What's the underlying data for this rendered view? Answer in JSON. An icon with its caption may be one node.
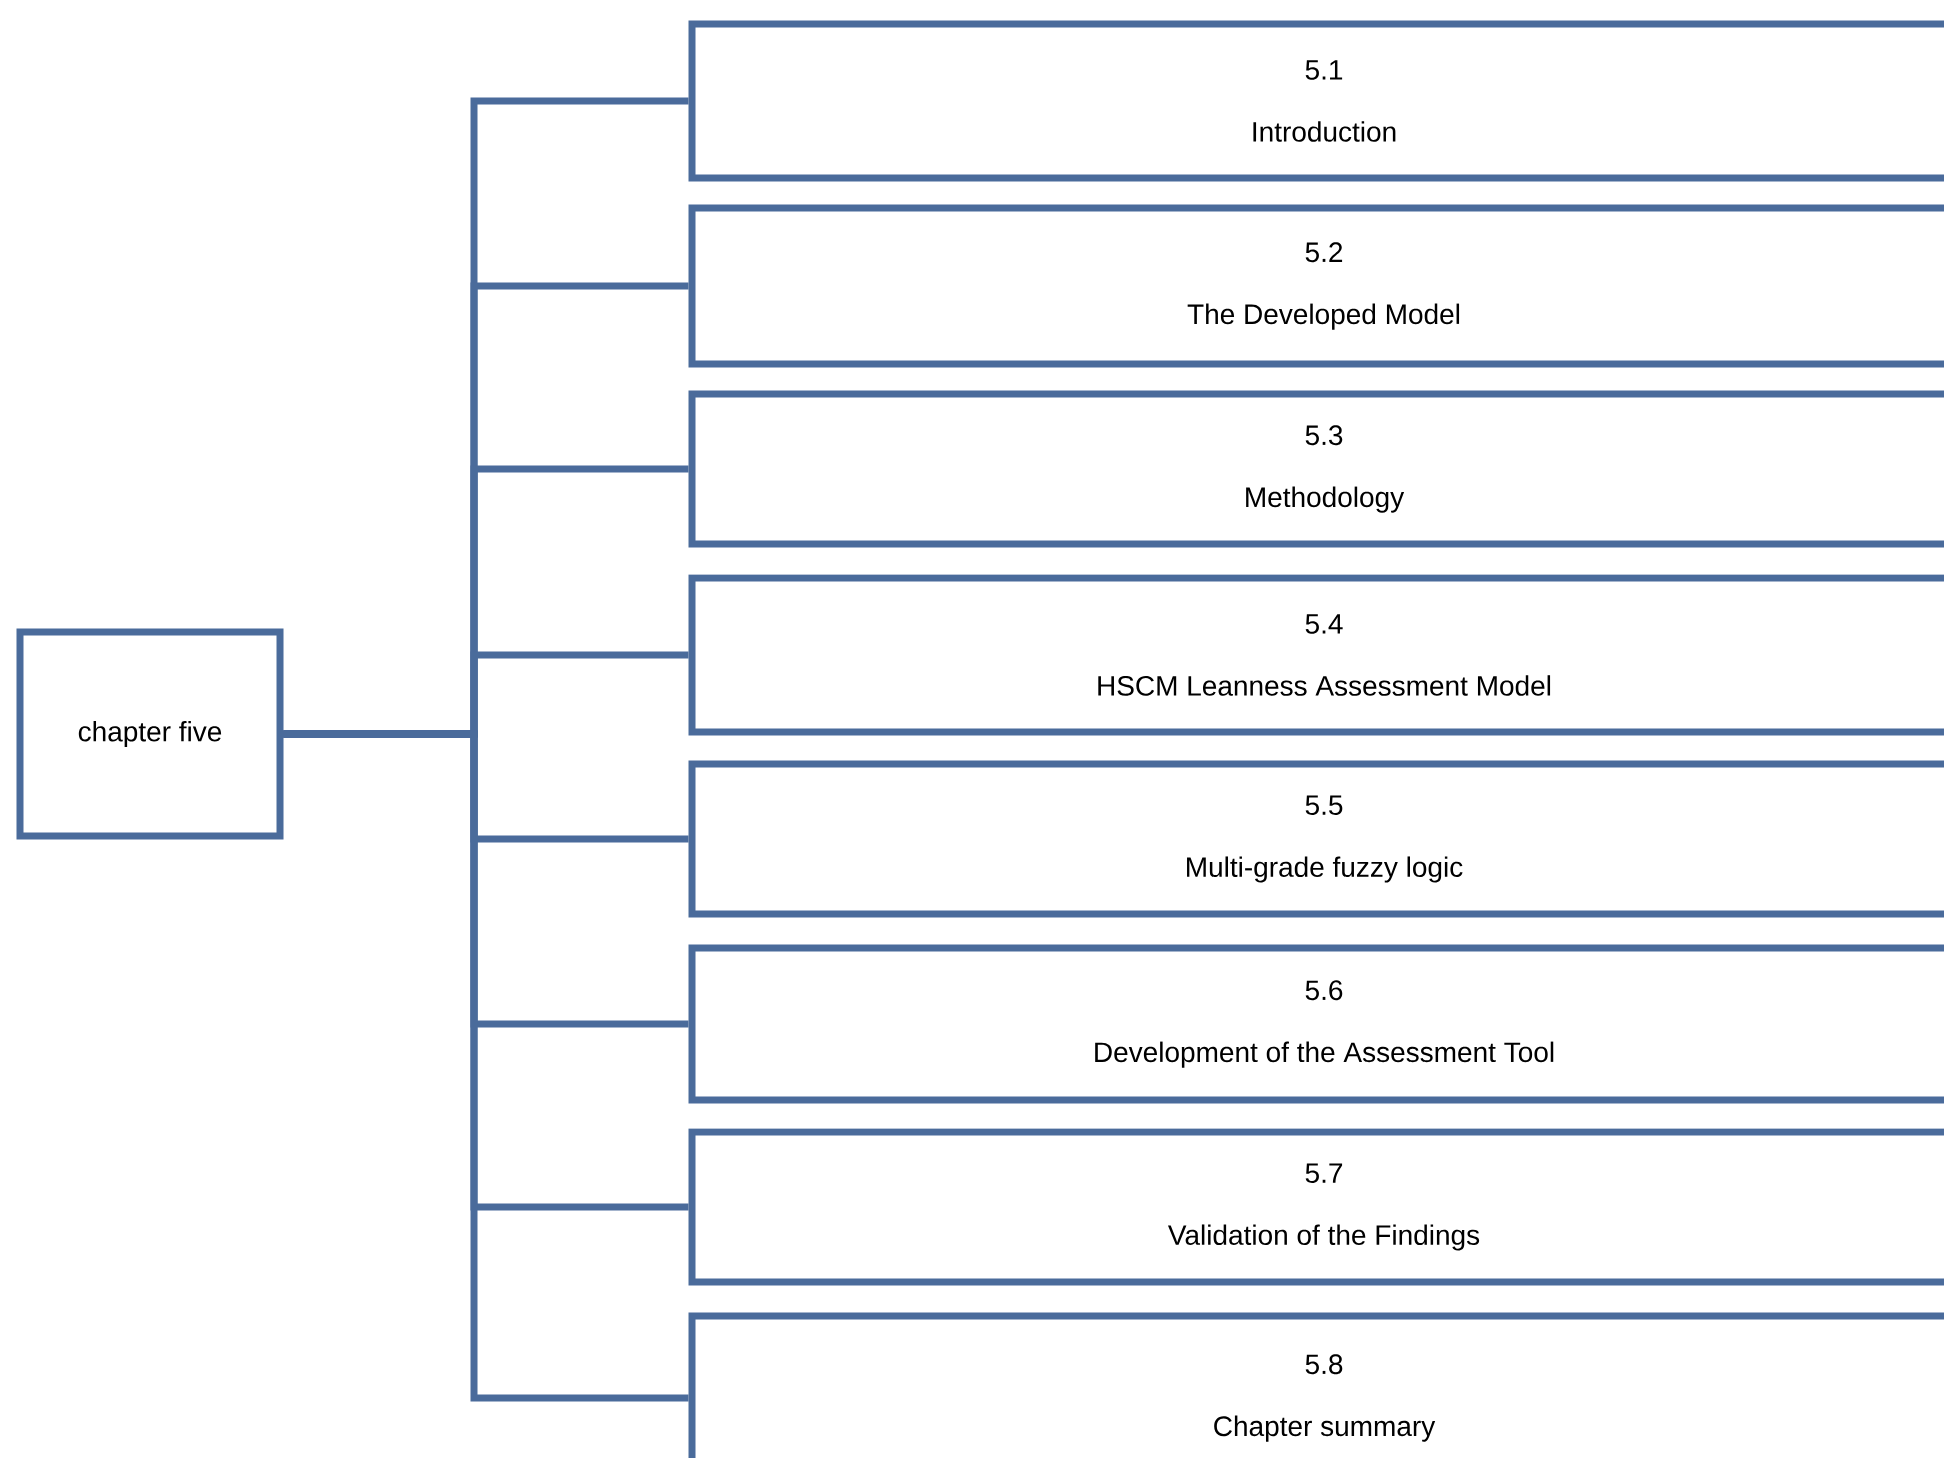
{
  "diagram": {
    "nodes": [
      {
        "text": [
          "chapter five"
        ]
      },
      {
        "text": [
          "5.1",
          "Introduction"
        ]
      },
      {
        "text": [
          "5.2",
          "The Developed Model"
        ]
      },
      {
        "text": [
          "5.3",
          "Methodology"
        ]
      },
      {
        "text": [
          "5.4",
          "HSCM Leanness Assessment Model"
        ]
      },
      {
        "text": [
          "5.5",
          "Multi-grade fuzzy logic"
        ]
      },
      {
        "text": [
          "5.6",
          "Development of the Assessment Tool"
        ]
      },
      {
        "text": [
          "5.7",
          "Validation of the Findings"
        ]
      },
      {
        "text": [
          "5.8",
          "Chapter summary"
        ]
      }
    ],
    "edges": [
      {
        "from": 0,
        "to": 1,
        "arrow": "none"
      },
      {
        "from": 0,
        "to": 2,
        "arrow": "none"
      },
      {
        "from": 0,
        "to": 3,
        "arrow": "none"
      },
      {
        "from": 0,
        "to": 4,
        "arrow": "none"
      },
      {
        "from": 0,
        "to": 5,
        "arrow": "none"
      },
      {
        "from": 0,
        "to": 6,
        "arrow": "none"
      },
      {
        "from": 0,
        "to": 7,
        "arrow": "none"
      },
      {
        "from": 0,
        "to": 8,
        "arrow": "none"
      }
    ]
  }
}
